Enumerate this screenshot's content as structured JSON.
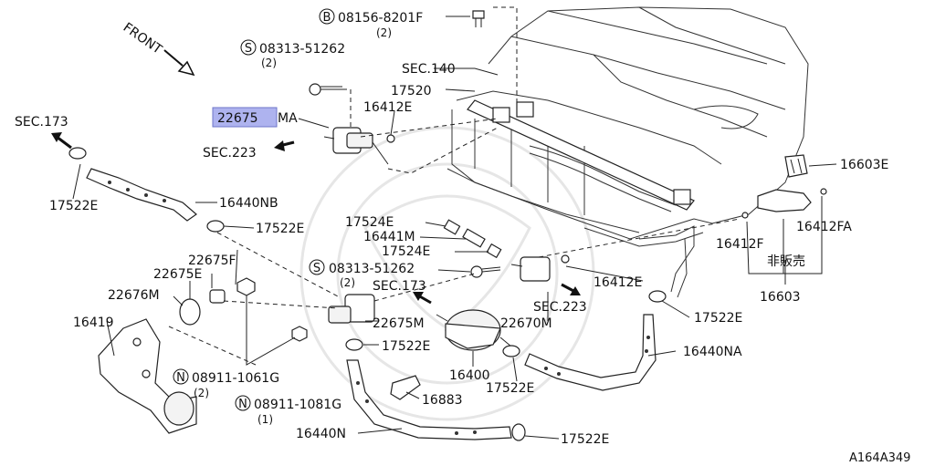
{
  "diagram": {
    "front_label": "FRONT",
    "catalog_code": "A164A349",
    "highlighted_part": "22675",
    "highlight_color": "#aeb3ef",
    "labels": {
      "bolt_b": "08156-8201F",
      "bolt_b_qty": "(2)",
      "bolt_s_top": "08313-51262",
      "bolt_s_top_qty": "(2)",
      "sec140": "SEC.140",
      "p17520": "17520",
      "p16412e_top": "16412E",
      "p22675ma_suffix": "MA",
      "sec173_left": "SEC.173",
      "sec223_left": "SEC.223",
      "p16603e": "16603E",
      "p17522e_a": "17522E",
      "p16440nb": "16440NB",
      "p17522e_b": "17522E",
      "p17524e_a": "17524E",
      "p16441m": "16441M",
      "p17524e_b": "17524E",
      "p16412fa": "16412FA",
      "p16412f": "16412F",
      "not_sold": "非販売",
      "p16603": "16603",
      "p22675f": "22675F",
      "p22675e": "22675E",
      "p22676m": "22676M",
      "p16419": "16419",
      "bolt_s_mid": "08313-51262",
      "bolt_s_mid_qty": "(2)",
      "sec173_mid": "SEC.173",
      "p16412e_mid": "16412E",
      "sec223_mid": "SEC.223",
      "p22675m": "22675M",
      "p22670m": "22670M",
      "p17522e_c": "17522E",
      "p17522e_d": "17522E",
      "p16440na": "16440NA",
      "p16400": "16400",
      "p17522e_e": "17522E",
      "nut_n1": "08911-1061G",
      "nut_n1_qty": "(2)",
      "nut_n2": "08911-1081G",
      "nut_n2_qty": "(1)",
      "p16883": "16883",
      "p16440n": "16440N",
      "p17522e_f": "17522E"
    }
  }
}
